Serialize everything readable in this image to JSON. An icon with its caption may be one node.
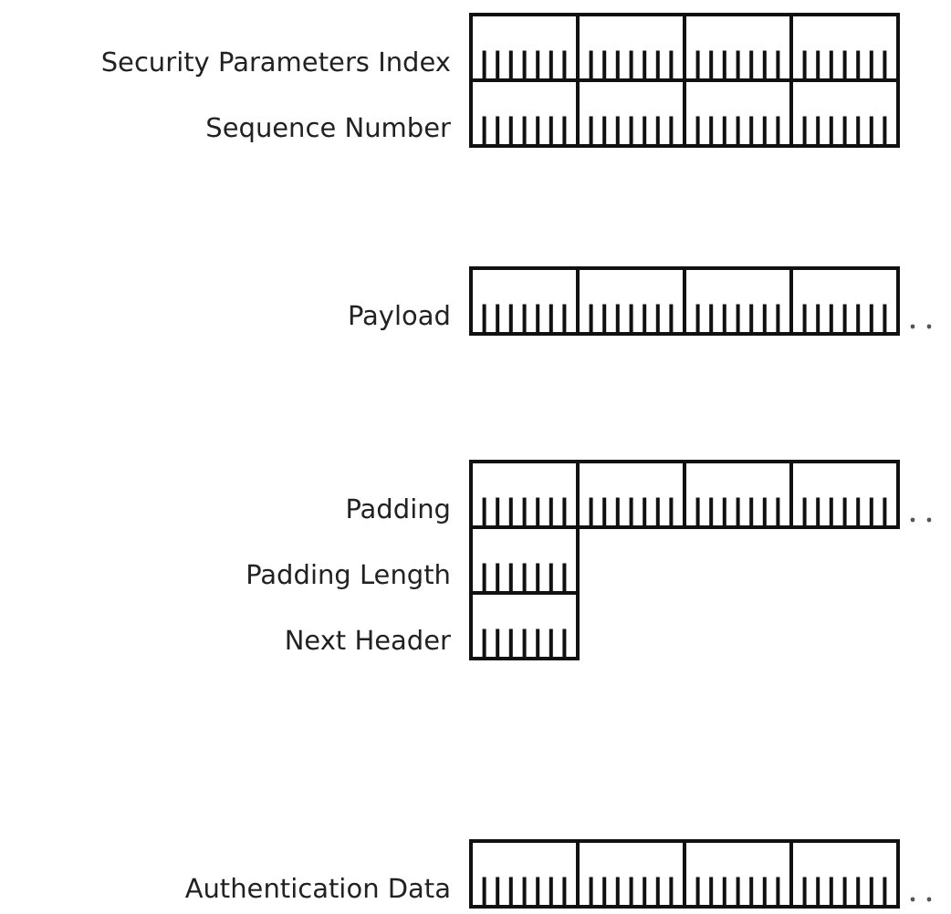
{
  "diagram": {
    "labels": [
      "Security Parameters Index",
      "Sequence Number",
      "Payload",
      "Padding",
      "Padding Length",
      "Next Header",
      "Authentication Data"
    ]
  }
}
